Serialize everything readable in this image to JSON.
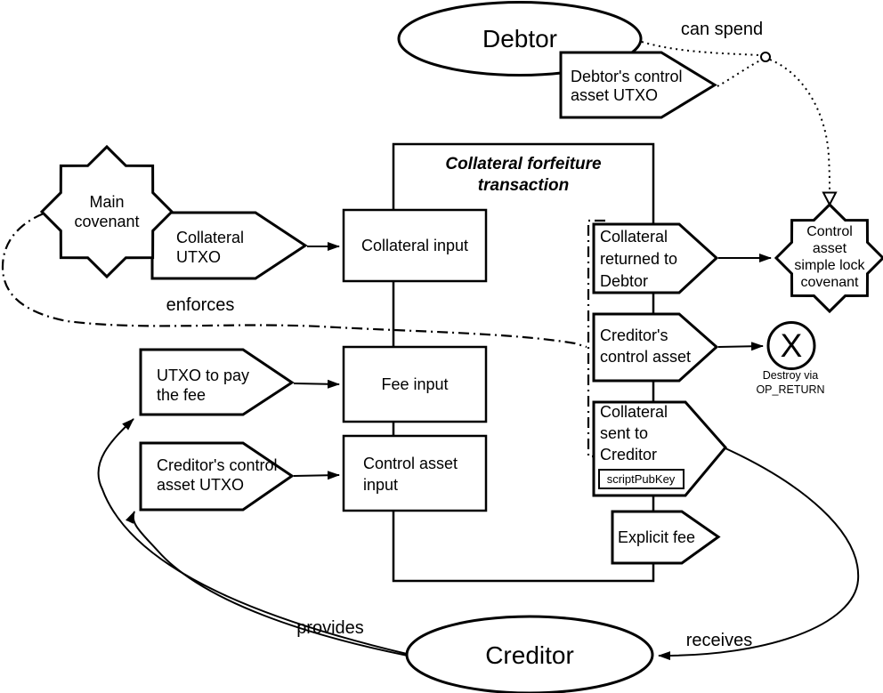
{
  "colors": {
    "stroke": "#000000",
    "background": "#ffffff"
  },
  "transaction": {
    "title_line1": "Collateral forfeiture",
    "title_line2": "transaction"
  },
  "actors": {
    "debtor": "Debtor",
    "creditor": "Creditor"
  },
  "nodes": {
    "debtor_utxo": {
      "line1": "Debtor's control",
      "line2": "asset UTXO"
    },
    "main_covenant": {
      "line1": "Main",
      "line2": "covenant"
    },
    "collateral_utxo": {
      "line1": "Collateral",
      "line2": "UTXO"
    },
    "utxo_pay_fee": {
      "line1": "UTXO to pay",
      "line2": "the fee"
    },
    "creditor_utxo": {
      "line1": "Creditor's control",
      "line2": "asset UTXO"
    },
    "collateral_input": "Collateral input",
    "fee_input": "Fee input",
    "control_asset_input": {
      "line1": "Control asset",
      "line2": "input"
    },
    "collateral_returned": {
      "line1": "Collateral",
      "line2": "returned to",
      "line3": "Debtor"
    },
    "creditors_control_asset": {
      "line1": "Creditor's",
      "line2": "control asset"
    },
    "collateral_sent": {
      "line1": "Collateral",
      "line2": "sent to",
      "line3": "Creditor",
      "tag": "scriptPubKey"
    },
    "explicit_fee": "Explicit fee",
    "lock_covenant": {
      "line1": "Control",
      "line2": "asset",
      "line3": "simple lock",
      "line4": "covenant"
    },
    "destroy": {
      "x": "X",
      "line1": "Destroy via",
      "line2": "OP_RETURN"
    }
  },
  "edge_labels": {
    "can_spend": "can spend",
    "enforces": "enforces",
    "provides": "provides",
    "receives": "receives"
  }
}
